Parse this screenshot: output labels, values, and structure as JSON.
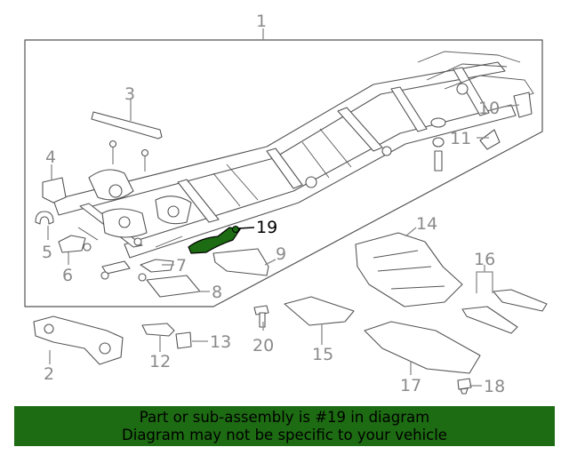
{
  "callouts": {
    "c1": "1",
    "c2": "2",
    "c3": "3",
    "c4": "4",
    "c5": "5",
    "c6": "6",
    "c7": "7",
    "c8": "8",
    "c9": "9",
    "c10": "10",
    "c11": "11",
    "c12": "12",
    "c13": "13",
    "c14": "14",
    "c15": "15",
    "c16": "16",
    "c17": "17",
    "c18": "18",
    "c19": "19",
    "c20": "20"
  },
  "highlight": {
    "part_number": "19",
    "color": "#1d6b12"
  },
  "banner": {
    "line1": "Part or sub-assembly is #19 in diagram",
    "line2": "Diagram may not be specific to your vehicle",
    "color": "#1d6b12"
  }
}
